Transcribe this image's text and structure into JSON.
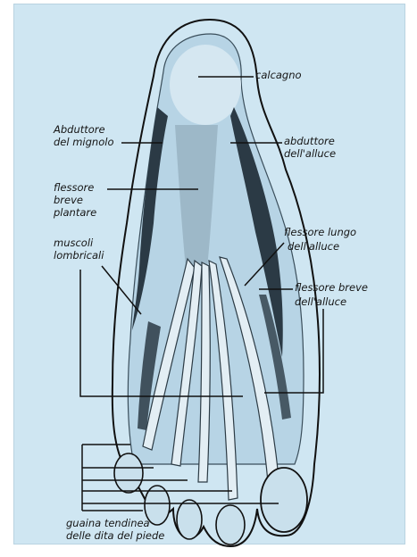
{
  "colors": {
    "background": "#cfe6f2",
    "sole": "#b7d4e5",
    "muscle_dark": "#2b3a45",
    "tendon": "#e3eef4",
    "line": "#111111"
  },
  "labels": {
    "calcagno": "calcagno",
    "abduttore_mignolo_1": "Abduttore",
    "abduttore_mignolo_2": "del mignolo",
    "abduttore_alluce_1": "abduttore",
    "abduttore_alluce_2": "dell'alluce",
    "flessore_breve_plantare_1": "flessore",
    "flessore_breve_plantare_2": "breve",
    "flessore_breve_plantare_3": "plantare",
    "flessore_lungo_alluce_1": "flessore lungo",
    "flessore_lungo_alluce_2": "dell'alluce",
    "muscoli_lombricali_1": "muscoli",
    "muscoli_lombricali_2": "lombricali",
    "flessore_breve_alluce_1": "flessore breve",
    "flessore_breve_alluce_2": "dell'alluce",
    "guaina_1": "guaina tendinea",
    "guaina_2": "delle dita del piede"
  }
}
